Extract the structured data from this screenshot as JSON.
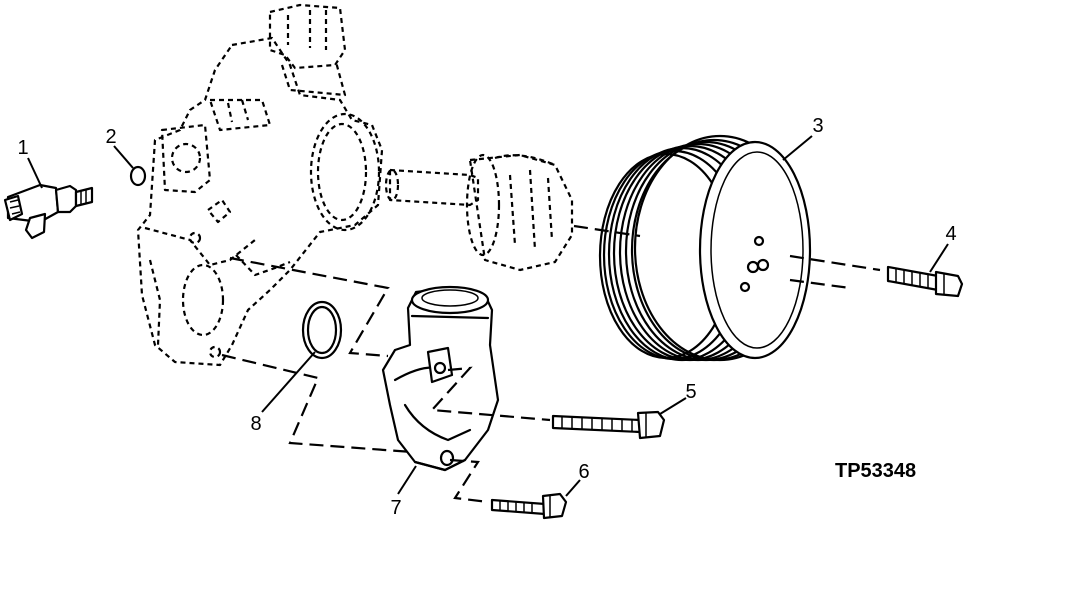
{
  "figure_id": "TP53348",
  "callouts": {
    "c1": "1",
    "c2": "2",
    "c3": "3",
    "c4": "4",
    "c5": "5",
    "c6": "6",
    "c7": "7",
    "c8": "8"
  }
}
